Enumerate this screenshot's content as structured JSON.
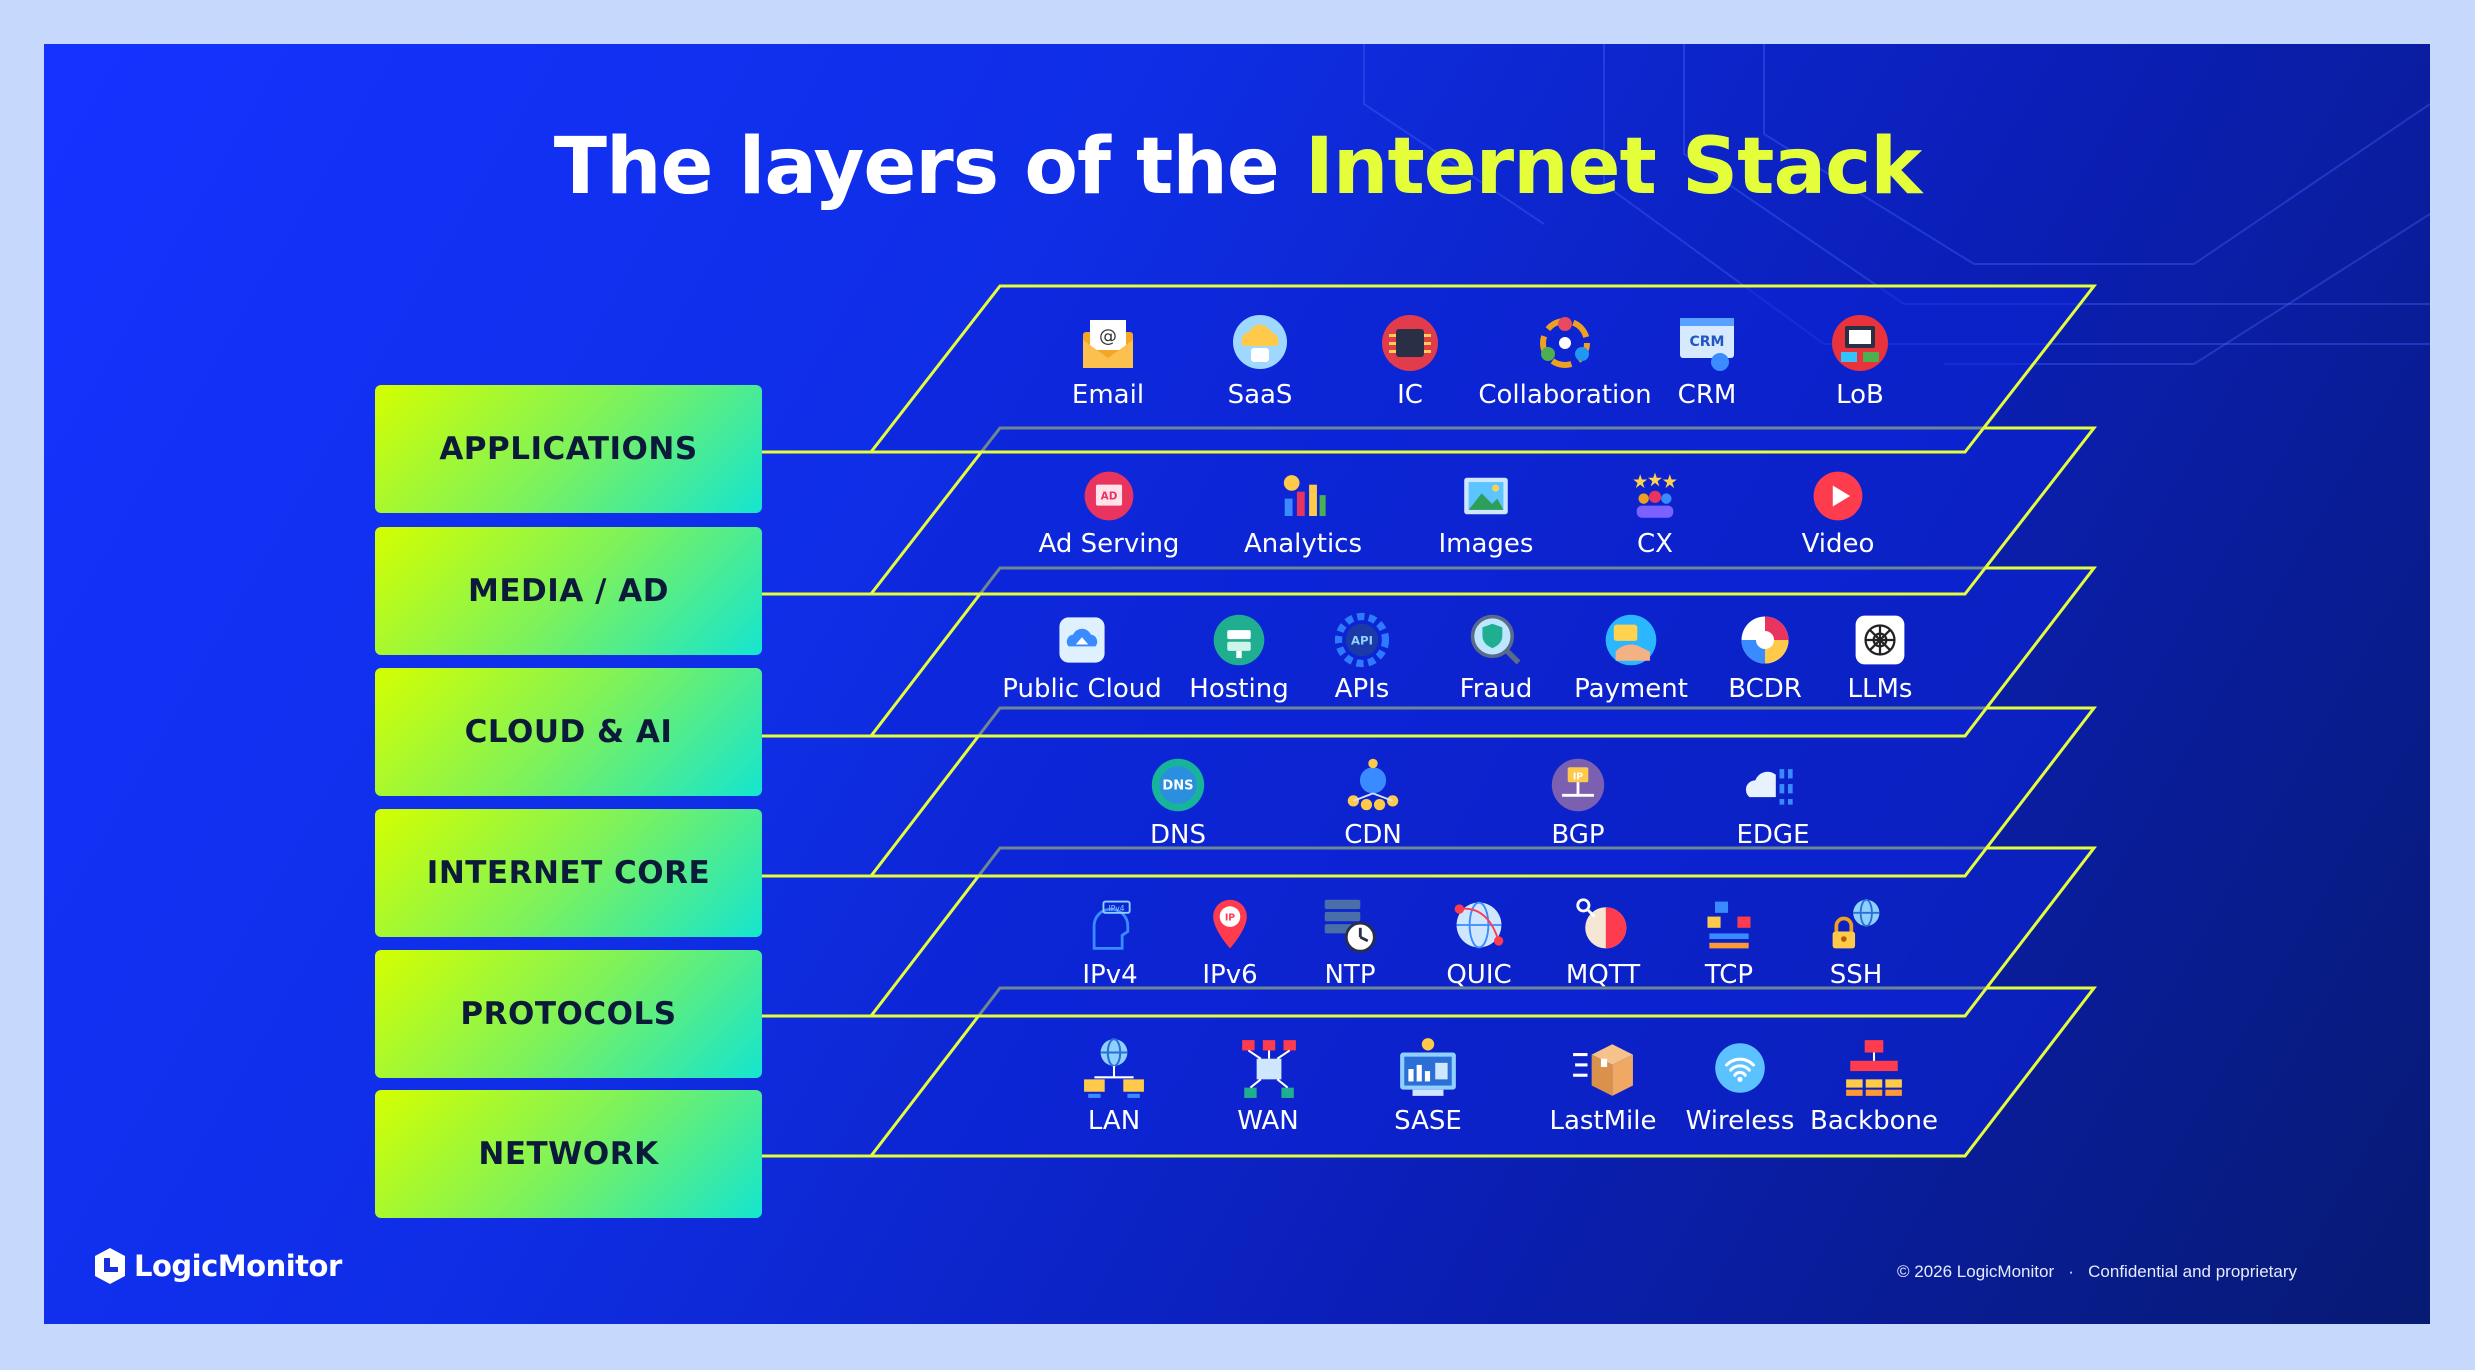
{
  "title": {
    "part1": "The layers of the ",
    "highlight": "Internet Stack"
  },
  "layers": [
    {
      "label": "APPLICATIONS",
      "items": [
        {
          "name": "Email",
          "icon": "email-icon"
        },
        {
          "name": "SaaS",
          "icon": "saas-cloud-icon"
        },
        {
          "name": "IC",
          "icon": "chip-icon"
        },
        {
          "name": "Collaboration",
          "icon": "collaboration-icon"
        },
        {
          "name": "CRM",
          "icon": "crm-icon"
        },
        {
          "name": "LoB",
          "icon": "lob-icon"
        }
      ]
    },
    {
      "label": "MEDIA / AD",
      "items": [
        {
          "name": "Ad Serving",
          "icon": "ad-serving-icon"
        },
        {
          "name": "Analytics",
          "icon": "analytics-icon"
        },
        {
          "name": "Images",
          "icon": "images-icon"
        },
        {
          "name": "CX",
          "icon": "cx-icon"
        },
        {
          "name": "Video",
          "icon": "video-icon"
        }
      ]
    },
    {
      "label": "CLOUD & AI",
      "items": [
        {
          "name": "Public Cloud",
          "icon": "public-cloud-icon"
        },
        {
          "name": "Hosting",
          "icon": "hosting-icon"
        },
        {
          "name": "APIs",
          "icon": "api-gear-icon"
        },
        {
          "name": "Fraud",
          "icon": "fraud-shield-icon"
        },
        {
          "name": "Payment",
          "icon": "payment-icon"
        },
        {
          "name": "BCDR",
          "icon": "bcdr-icon"
        },
        {
          "name": "LLMs",
          "icon": "llm-brain-icon"
        }
      ]
    },
    {
      "label": "INTERNET CORE",
      "items": [
        {
          "name": "DNS",
          "icon": "dns-globe-icon"
        },
        {
          "name": "CDN",
          "icon": "cdn-network-icon"
        },
        {
          "name": "BGP",
          "icon": "bgp-icon"
        },
        {
          "name": "EDGE",
          "icon": "edge-cloud-icon"
        }
      ]
    },
    {
      "label": "PROTOCOLS",
      "items": [
        {
          "name": "IPv4",
          "icon": "ipv4-icon"
        },
        {
          "name": "IPv6",
          "icon": "ipv6-pin-icon"
        },
        {
          "name": "NTP",
          "icon": "ntp-clock-icon"
        },
        {
          "name": "QUIC",
          "icon": "quic-globe-icon"
        },
        {
          "name": "MQTT",
          "icon": "mqtt-icon"
        },
        {
          "name": "TCP",
          "icon": "tcp-icon"
        },
        {
          "name": "SSH",
          "icon": "ssh-lock-icon"
        }
      ]
    },
    {
      "label": "NETWORK",
      "items": [
        {
          "name": "LAN",
          "icon": "lan-icon"
        },
        {
          "name": "WAN",
          "icon": "wan-icon"
        },
        {
          "name": "SASE",
          "icon": "sase-icon"
        },
        {
          "name": "LastMile",
          "icon": "lastmile-box-icon"
        },
        {
          "name": "Wireless",
          "icon": "wireless-icon"
        },
        {
          "name": "Backbone",
          "icon": "backbone-icon"
        }
      ]
    }
  ],
  "logo": {
    "text": "LogicMonitor"
  },
  "footer": {
    "copyright": "© 2026 LogicMonitor",
    "separator": "·",
    "notice": "Confidential and proprietary"
  },
  "colors": {
    "background_start": "#1433ff",
    "background_end": "#071a73",
    "accent_line": "#e4ff3a",
    "highlight_text": "#e4ff3a",
    "label_gradient_start": "#d4ff00",
    "label_gradient_end": "#14e5d0"
  }
}
